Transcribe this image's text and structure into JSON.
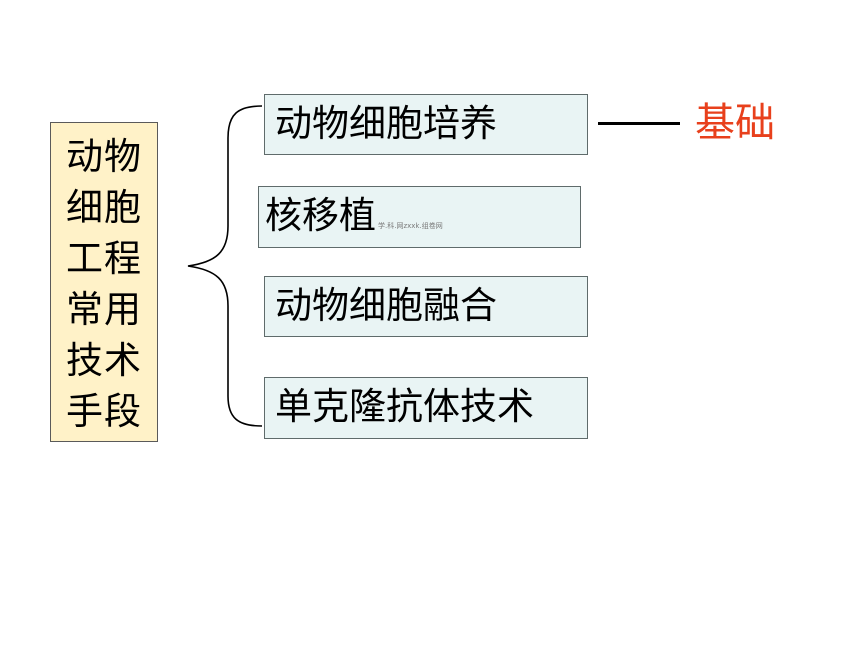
{
  "root": {
    "lines": [
      "动物",
      "细胞",
      "工程",
      "常用",
      "技术",
      "手段"
    ]
  },
  "branches": [
    {
      "label": "动物细胞培养"
    },
    {
      "label": "核移植",
      "watermark": "学.科.网zxxk.组卷网"
    },
    {
      "label": "动物细胞融合"
    },
    {
      "label": "单克隆抗体技术"
    }
  ],
  "annotation": {
    "label": "基础",
    "color": "#e8401c"
  },
  "colors": {
    "root_fill": "#fff2c8",
    "branch_fill": "#e9f4f4",
    "line": "#000000"
  },
  "icons": {
    "connector": "curly-brace"
  }
}
